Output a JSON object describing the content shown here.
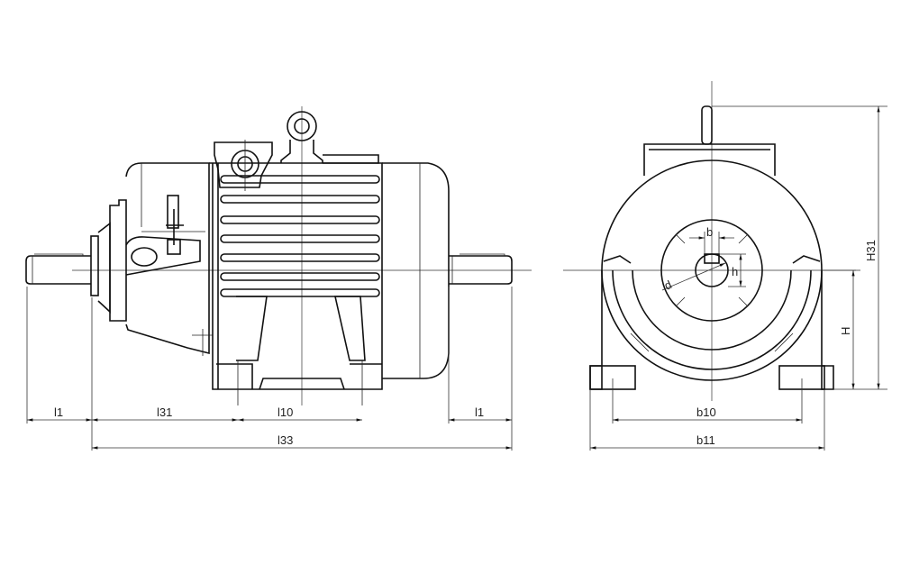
{
  "drawing": {
    "side_view": {
      "dimensions": {
        "l1_left": "l1",
        "l31": "l31",
        "l10": "l10",
        "l1_right": "l1",
        "l33": "l33"
      }
    },
    "front_view": {
      "dimensions": {
        "b10": "b10",
        "b11": "b11",
        "H": "H",
        "H31": "H31",
        "b": "b",
        "h": "h",
        "d": "d"
      }
    },
    "colors": {
      "line": "#111111",
      "background": "#ffffff"
    }
  }
}
